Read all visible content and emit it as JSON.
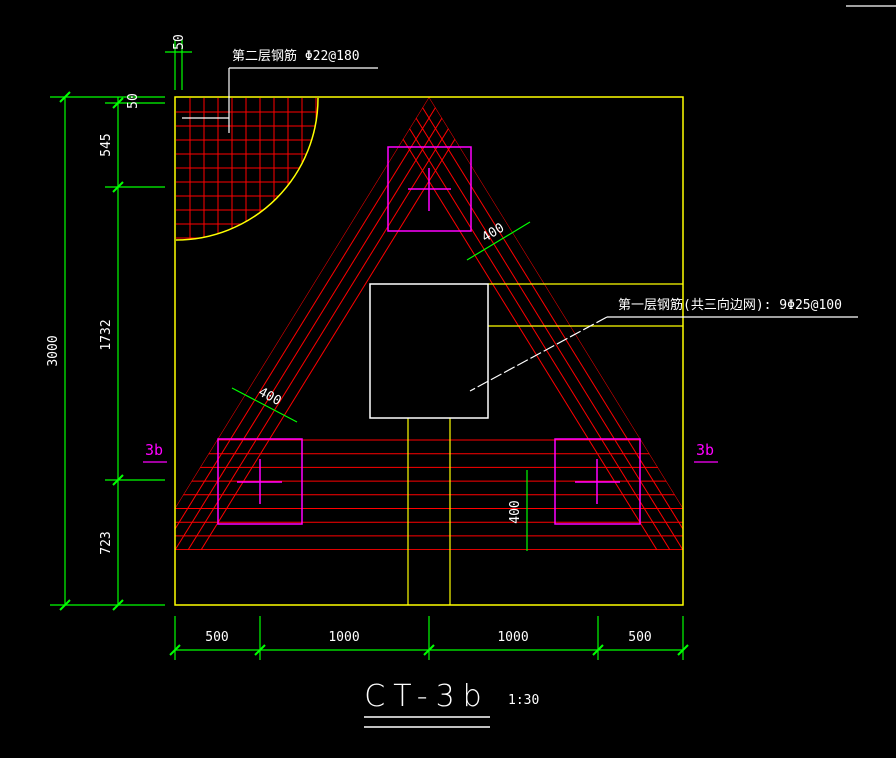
{
  "drawing": {
    "title": "CT-3b",
    "scale": "1:30",
    "section_mark_left": "3b",
    "section_mark_right": "3b"
  },
  "dimensions": {
    "top_50": "50",
    "left_50": "50",
    "left_545": "545",
    "left_1732": "1732",
    "left_723": "723",
    "left_total": "3000",
    "bottom": [
      "500",
      "1000",
      "1000",
      "500"
    ],
    "spacing_400_upper": "400",
    "spacing_400_left": "400",
    "spacing_400_right": "400"
  },
  "notes": {
    "layer2": "第二层钢筋 Φ22@180",
    "layer1": "第一层钢筋(共三向边网): 9Φ25@100"
  },
  "colors": {
    "outline": "#ffff00",
    "rebar": "#ff0000",
    "pile": "#ff00ff",
    "dimension": "#00ff00",
    "leader": "#ffffff"
  }
}
